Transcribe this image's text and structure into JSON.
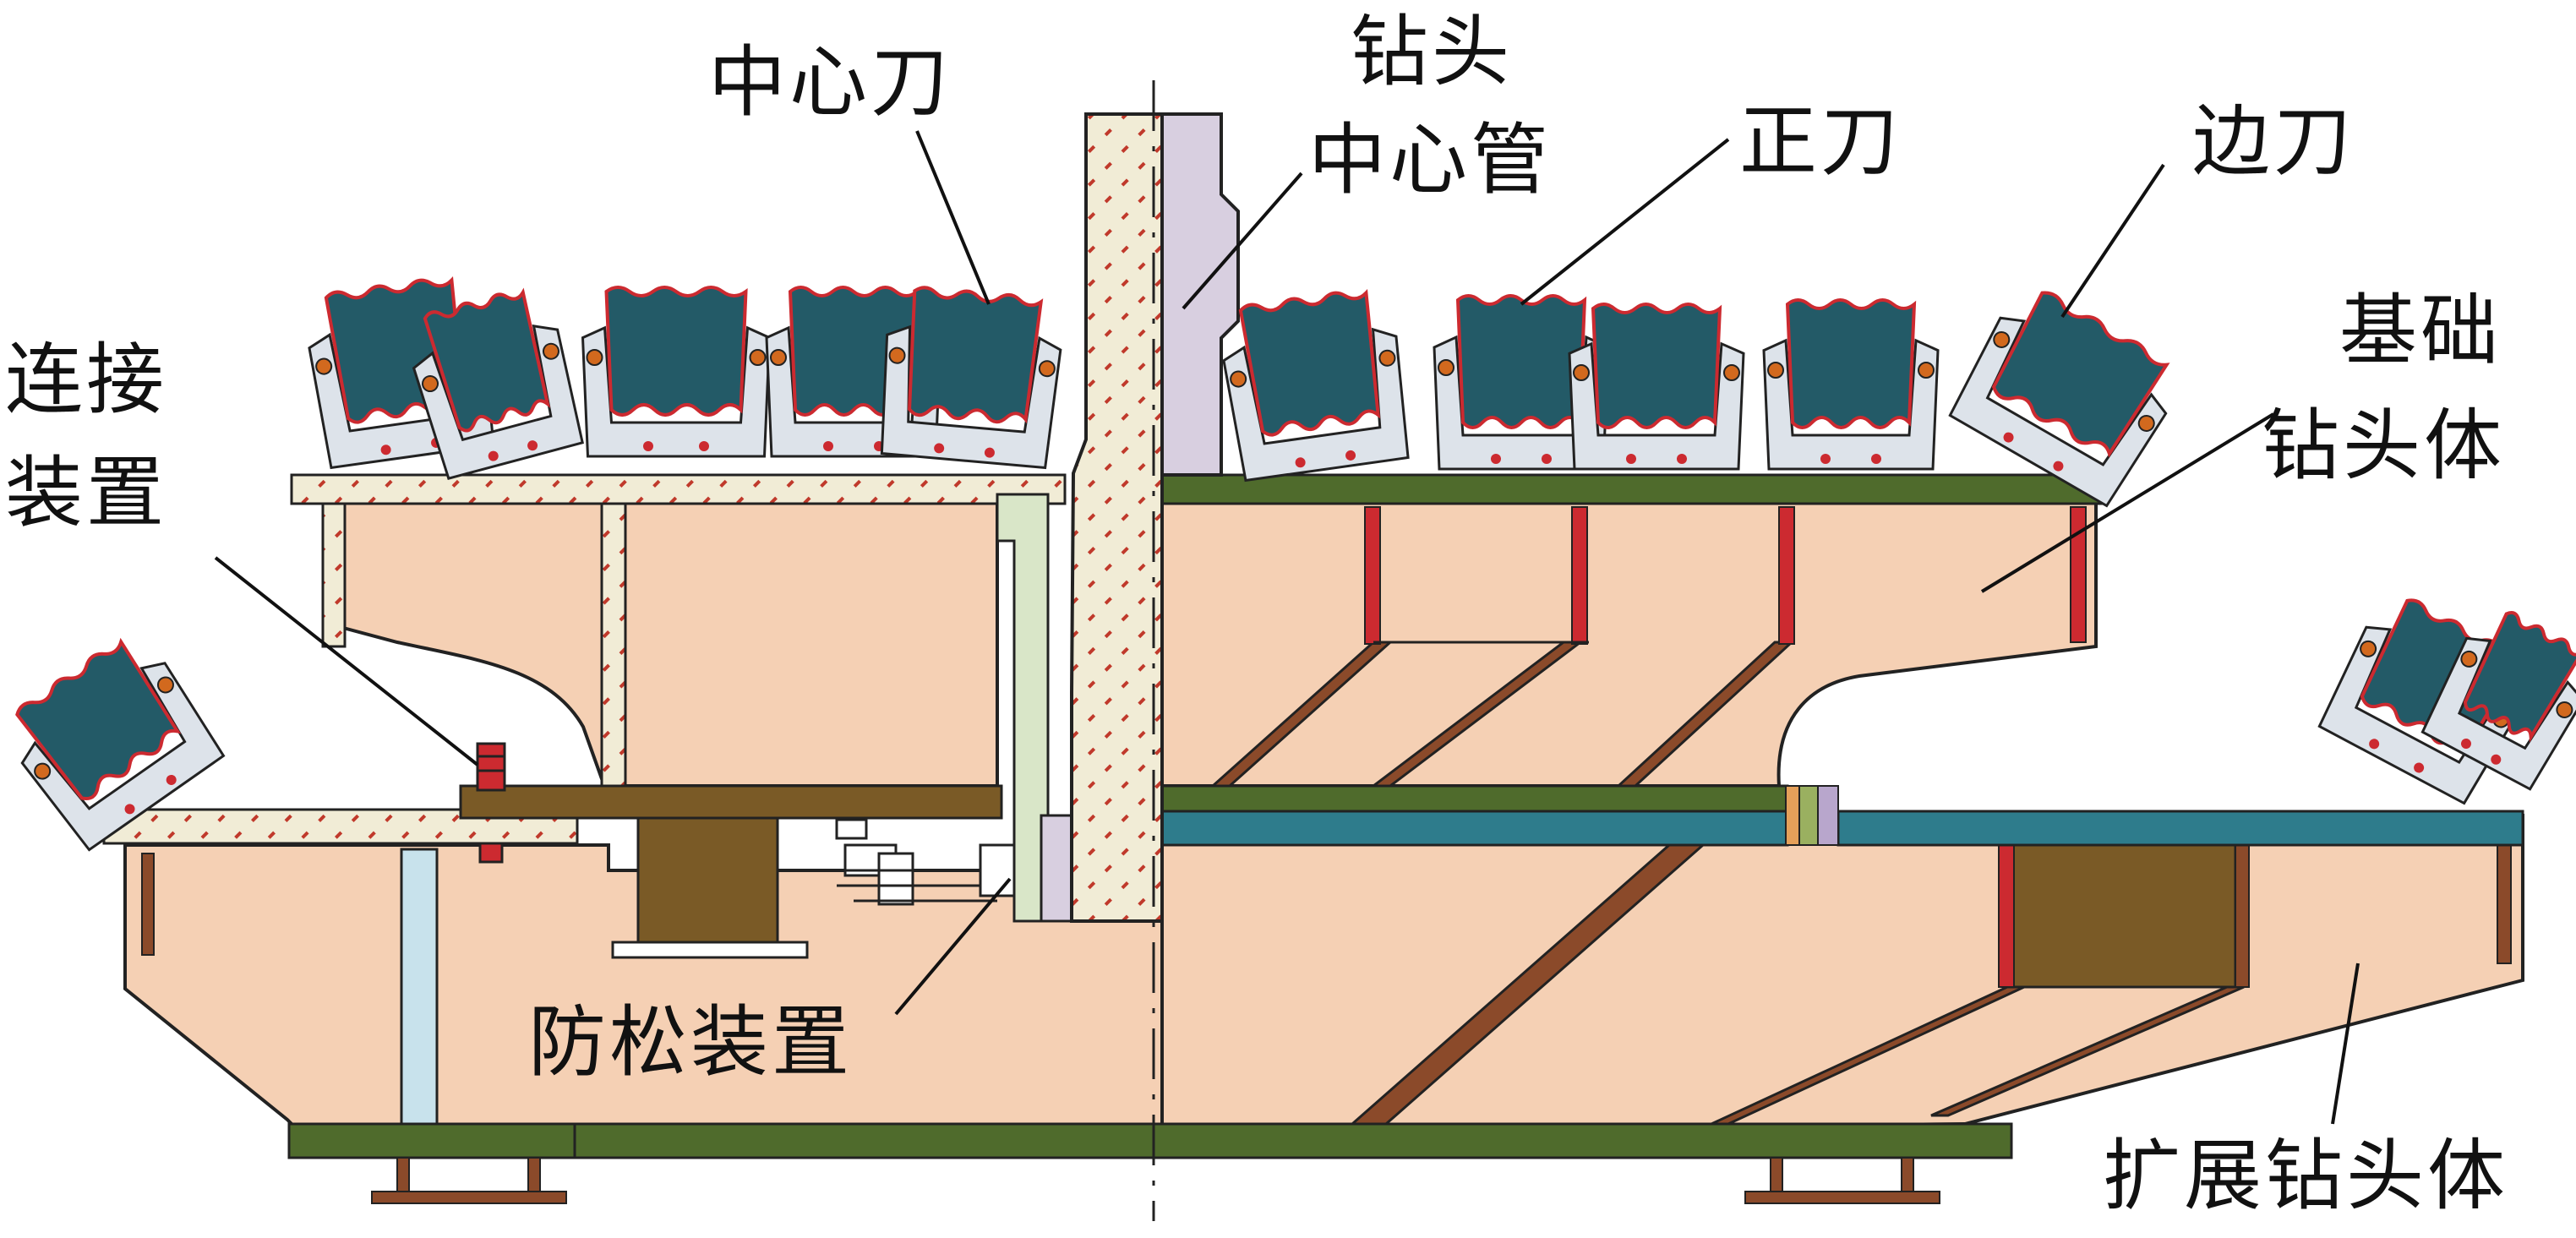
{
  "labels": {
    "center_cutter": "中心刀",
    "center_tube_l1": "钻头",
    "center_tube_l2": "中心管",
    "face_cutter": "正刀",
    "gauge_cutter": "边刀",
    "connector_l1": "连接",
    "connector_l2": "装置",
    "base_body_l1": "基础",
    "base_body_l2": "钻头体",
    "anti_loose": "防松装置",
    "extended_body": "扩展钻头体"
  },
  "colors": {
    "body": "#f5d0b4",
    "cutter": "#235a67",
    "cutter_edge": "#cc2a30",
    "holder": "#dde3ea",
    "plate_green": "#4f6b2c",
    "plate_teal": "#2e7c8c",
    "plate_brown": "#7a5a26",
    "rib": "#8b4a2a",
    "tube": "#d8cfe0",
    "hatch_bg": "#f1ecd6",
    "hatch_line": "#c0392b",
    "light_green": "#d9e6c8",
    "light_blue": "#c8e2ec"
  }
}
